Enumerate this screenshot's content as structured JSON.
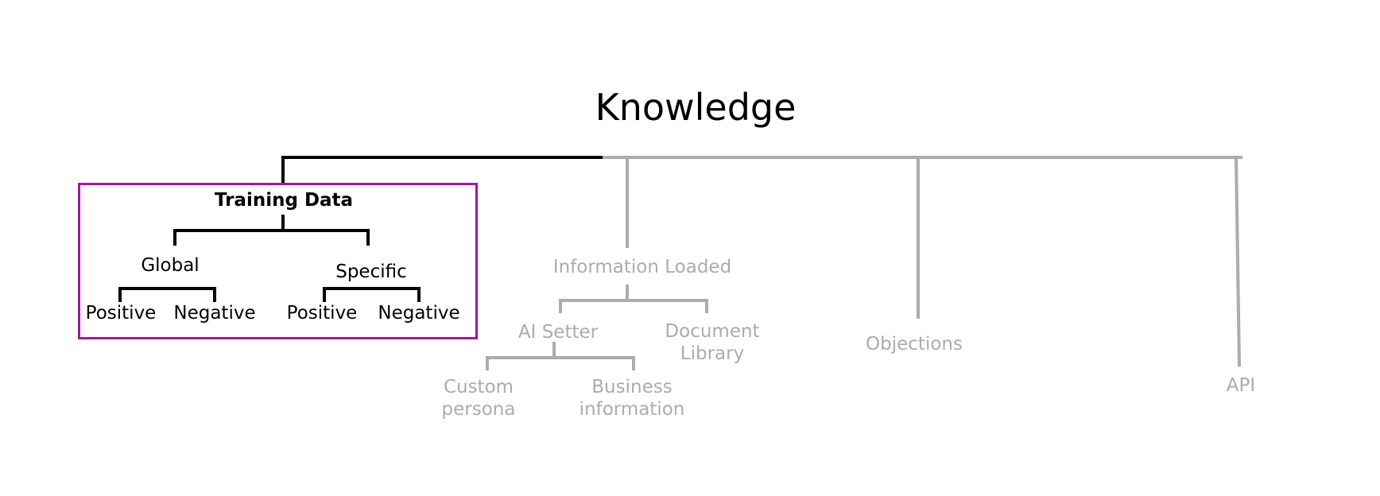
{
  "diagram": {
    "root": {
      "label": "Knowledge"
    },
    "highlight_color": "#a0179e",
    "training_data": {
      "label": "Training Data",
      "global": {
        "label": "Global",
        "positive": "Positive",
        "negative": "Negative"
      },
      "specific": {
        "label": "Specific",
        "positive": "Positive",
        "negative": "Negative"
      }
    },
    "information_loaded": {
      "label": "Information Loaded",
      "ai_setter": {
        "label": "AI Setter",
        "custom_persona": "Custom\npersona",
        "business_information": "Business\ninformation"
      },
      "document_library": "Document\nLibrary"
    },
    "objections": {
      "label": "Objections"
    },
    "api": {
      "label": "API"
    },
    "colors": {
      "active": "#000000",
      "inactive": "#acacac",
      "highlight": "#a0179e"
    }
  }
}
